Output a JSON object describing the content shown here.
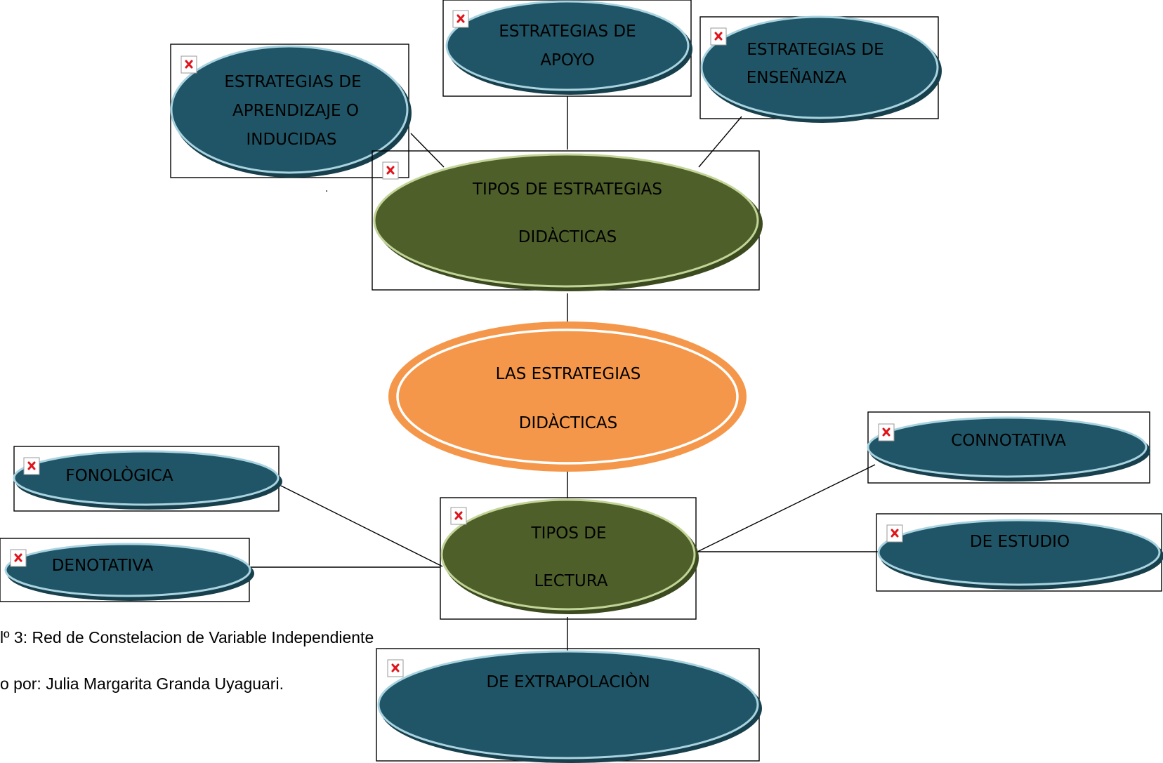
{
  "colors": {
    "teal_node": "#1f5566",
    "olive_node": "#4e5f2a",
    "orange_node": "#f5974a",
    "node_rim": "#a9d3e0",
    "olive_rim": "#c2d497",
    "broken_image_x": "#e0151c"
  },
  "icons": {
    "broken_image": "broken-image-icon"
  },
  "nodes": {
    "central": {
      "line1": "LAS ESTRATEGIAS",
      "line2": "DIDÀCTICAS"
    },
    "tipos_estrategias": {
      "line1": "TIPOS DE ESTRATEGIAS",
      "line2": "DIDÀCTICAS"
    },
    "aprendizaje": {
      "line1": "ESTRATEGIAS DE",
      "line2": "APRENDIZAJE O",
      "line3": "INDUCIDAS"
    },
    "apoyo": {
      "line1": "ESTRATEGIAS DE",
      "line2": "APOYO"
    },
    "ensenanza": {
      "line1": "ESTRATEGIAS DE",
      "line2": "ENSEÑANZA"
    },
    "tipos_lectura": {
      "line1": "TIPOS DE",
      "line2": "LECTURA"
    },
    "fonologica": {
      "label": "FONOLÒGICA"
    },
    "denotativa": {
      "label": "DENOTATIVA"
    },
    "connotativa": {
      "label": "CONNOTATIVA"
    },
    "de_estudio": {
      "label": "DE ESTUDIO"
    },
    "extrapolacion": {
      "label": "DE EXTRAPOLACIÒN"
    }
  },
  "caption": {
    "line1": "lº 3: Red de Constelacion de Variable Independiente",
    "line2": "o por: Julia Margarita Granda Uyaguari."
  },
  "stray_mark": "."
}
